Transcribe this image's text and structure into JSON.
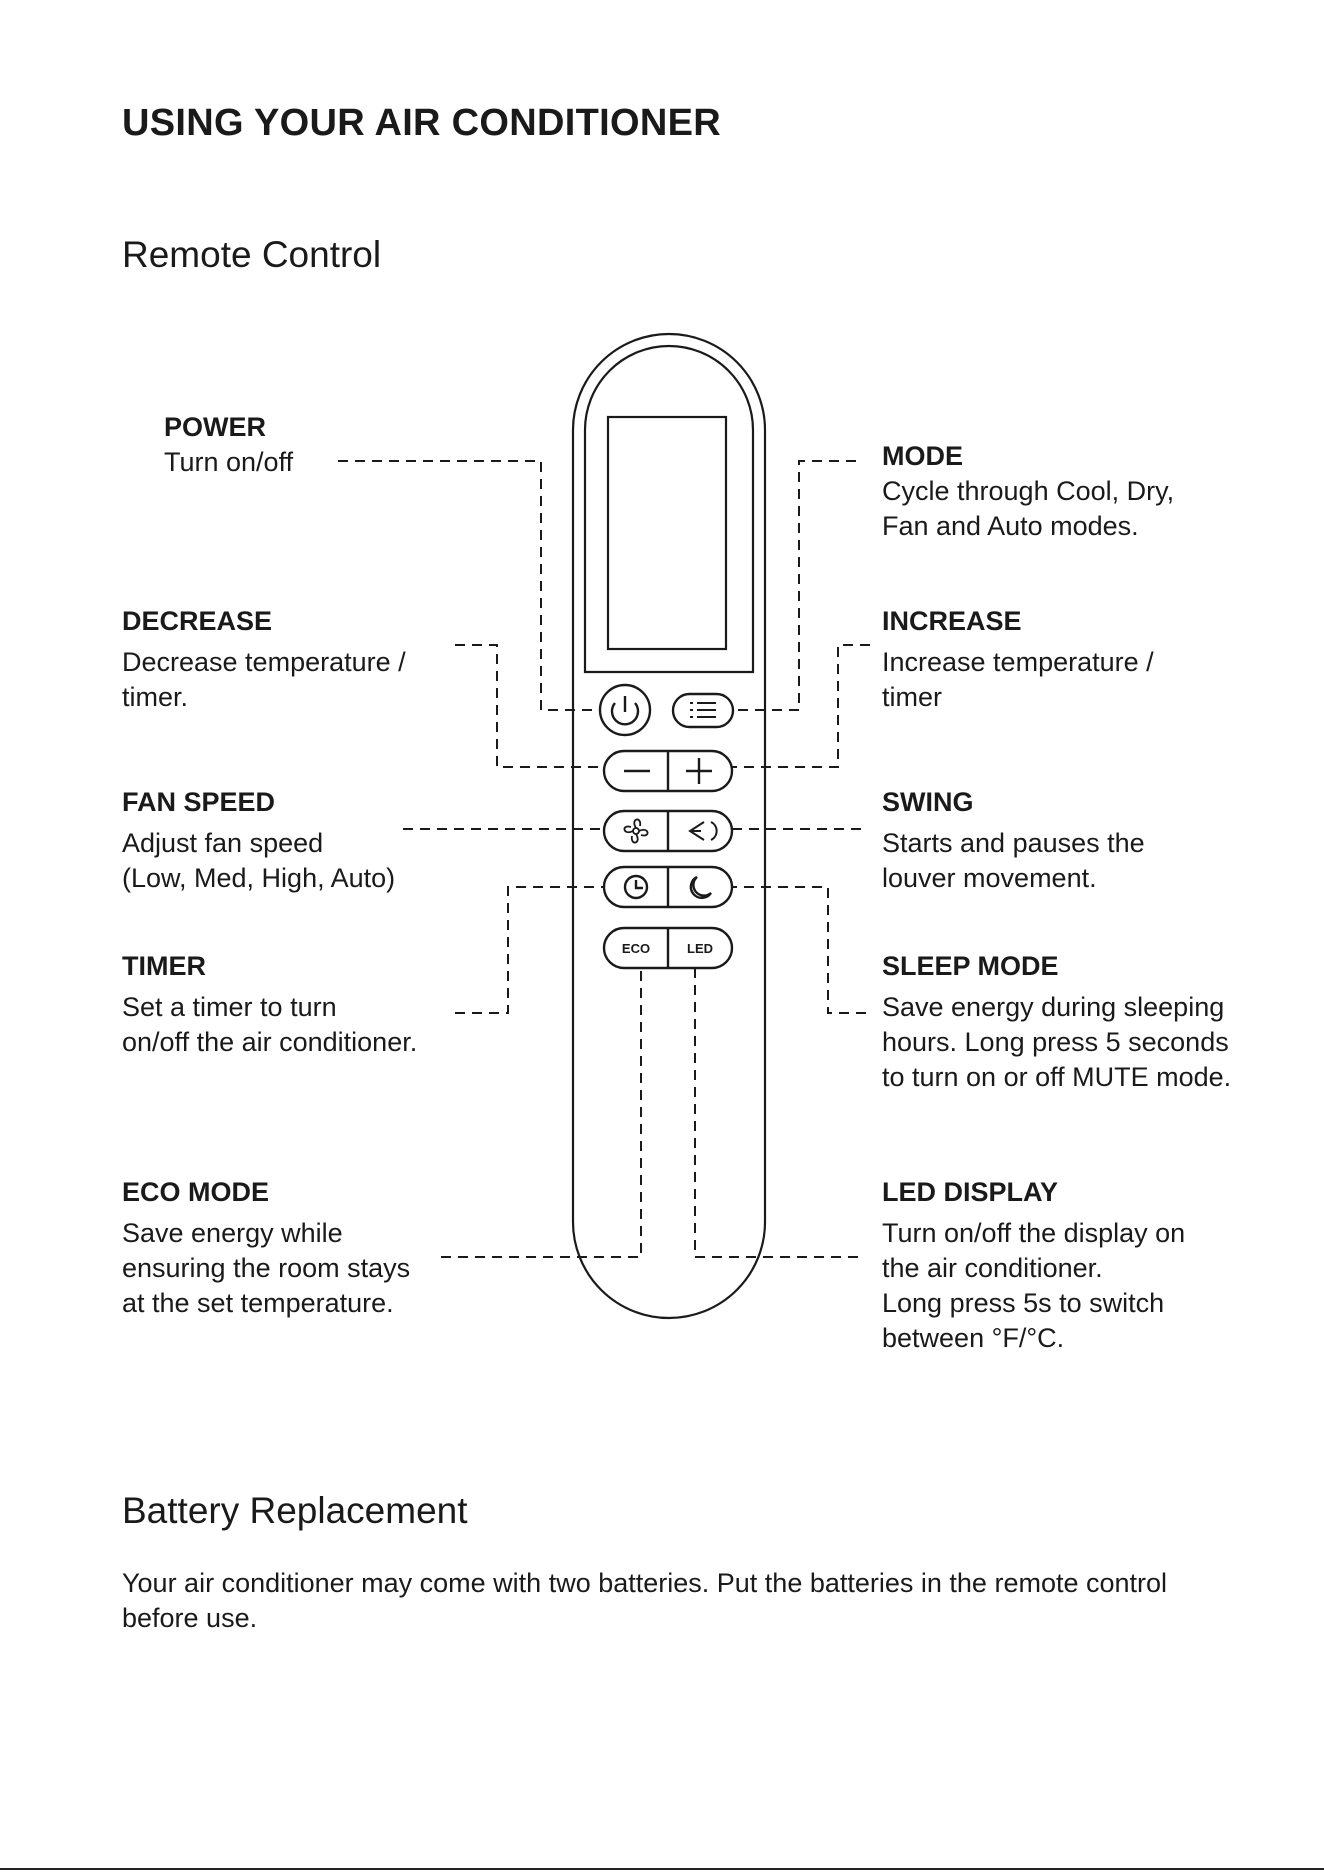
{
  "title": "USING YOUR AIR CONDITIONER",
  "remote_section": {
    "heading": "Remote Control",
    "labels": {
      "power": {
        "head": "POWER",
        "desc": "Turn on/off"
      },
      "decrease": {
        "head": "DECREASE",
        "desc_lines": [
          "Decrease temperature /",
          "timer."
        ]
      },
      "fan_speed": {
        "head": "FAN SPEED",
        "desc_lines": [
          "Adjust fan speed",
          "(Low, Med, High, Auto)"
        ]
      },
      "timer": {
        "head": "TIMER",
        "desc_lines": [
          "Set a timer to turn",
          "on/off the air conditioner."
        ]
      },
      "eco_mode": {
        "head": "ECO MODE",
        "desc_lines": [
          "Save energy while",
          "ensuring the room stays",
          "at the set temperature."
        ]
      },
      "mode": {
        "head": "MODE",
        "desc_lines": [
          "Cycle through Cool, Dry,",
          "Fan and Auto modes."
        ]
      },
      "increase": {
        "head": "INCREASE",
        "desc_lines": [
          "Increase temperature /",
          "timer"
        ]
      },
      "swing": {
        "head": "SWING",
        "desc_lines": [
          "Starts and pauses the",
          "louver movement."
        ]
      },
      "sleep_mode": {
        "head": "SLEEP MODE",
        "desc_lines": [
          "Save energy during sleeping",
          "hours. Long press 5 seconds",
          "to turn on or off MUTE mode."
        ]
      },
      "led_display": {
        "head": "LED DISPLAY",
        "desc_lines": [
          "Turn on/off the display on",
          "the air conditioner.",
          "Long press 5s to switch",
          "between °F/°C."
        ]
      }
    },
    "remote_buttons": {
      "eco": "ECO",
      "led": "LED"
    }
  },
  "battery_section": {
    "heading": "Battery Replacement",
    "text": "Your air conditioner may come with two batteries. Put the batteries in the remote control before use."
  }
}
